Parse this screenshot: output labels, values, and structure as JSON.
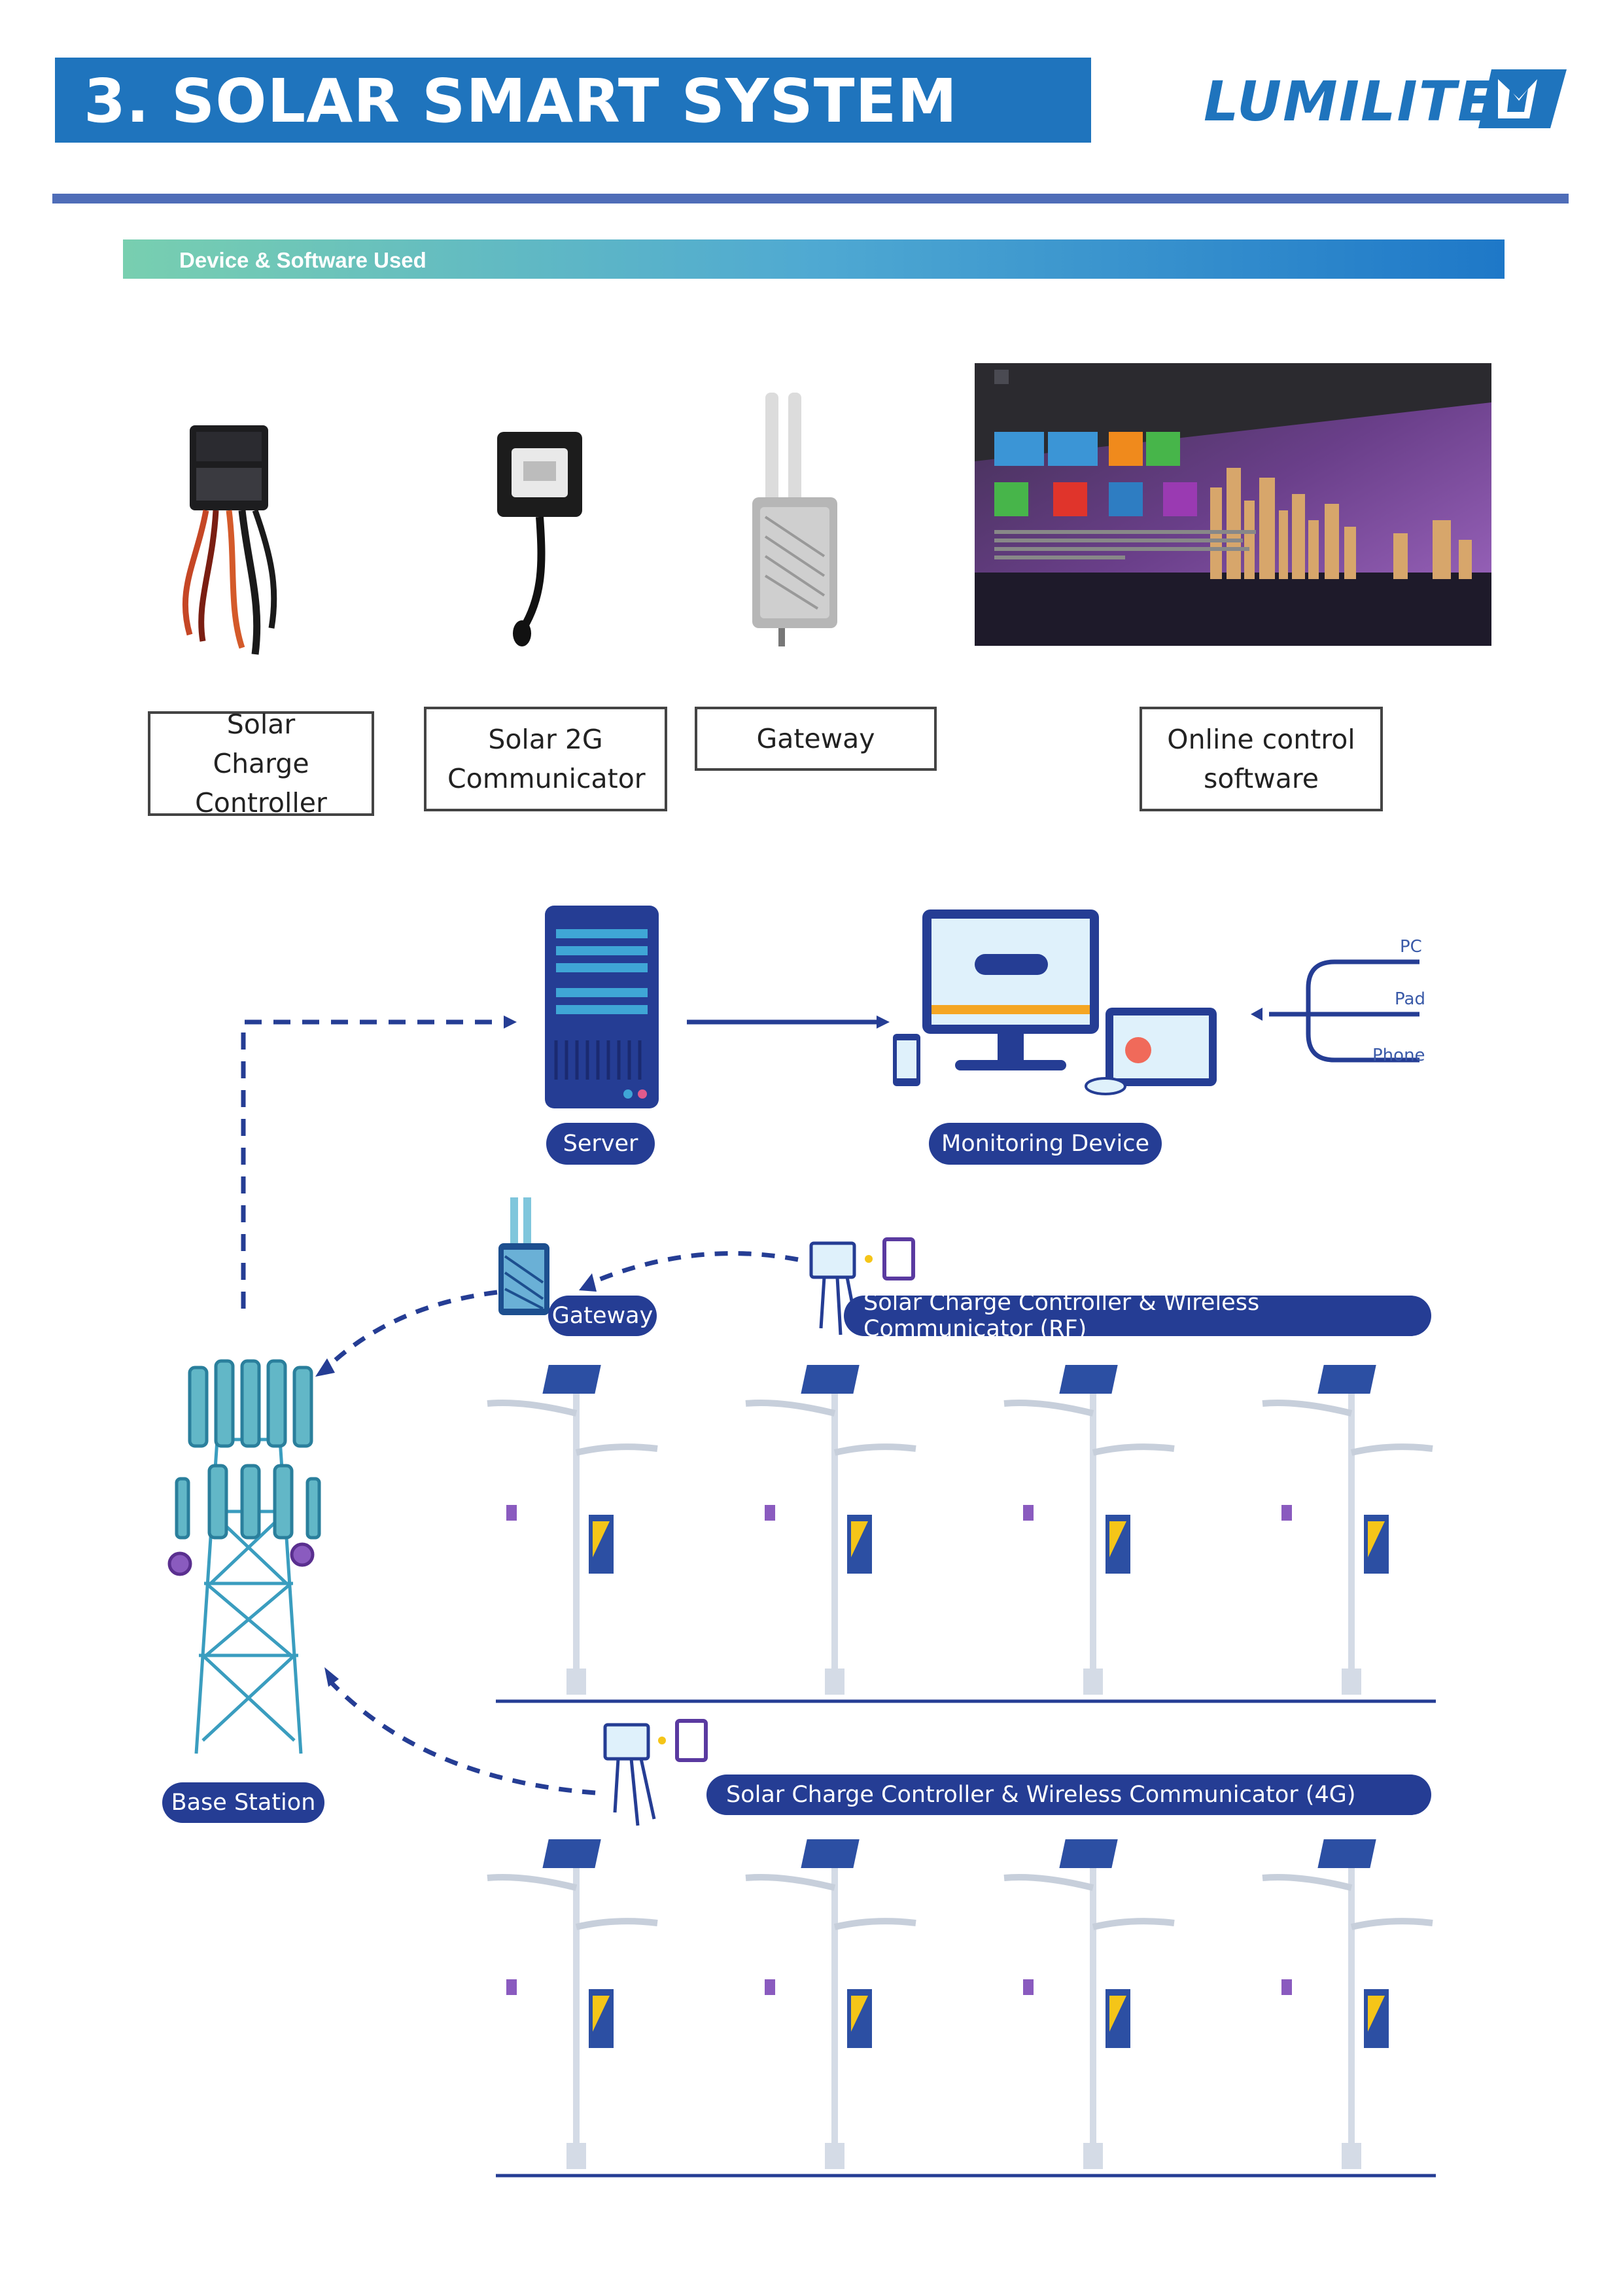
{
  "header": {
    "title": "3. SOLAR SMART SYSTEM",
    "logo_text": "LUMILITE",
    "accent": "#1f74bd"
  },
  "section": {
    "subtitle": "Device & Software Used"
  },
  "products": [
    {
      "label": "Solar Charge Controller",
      "icon": "charge-controller-photo"
    },
    {
      "label": "Solar 2G Communicator",
      "icon": "communicator-photo"
    },
    {
      "label": "Gateway",
      "icon": "gateway-photo"
    },
    {
      "label": "Online control software",
      "icon": "software-screenshot"
    }
  ],
  "diagram": {
    "server_label": "Server",
    "monitoring_label": "Monitoring Device",
    "access_devices": [
      "PC",
      "Pad",
      "Phone"
    ],
    "gateway_label": "Gateway",
    "base_station_label": "Base Station",
    "rf_group_label": "Solar Charge Controller & Wireless Communicator (RF)",
    "g4_group_label": "Solar Charge Controller & Wireless Communicator (4G)",
    "diagram_color": "#253d94"
  }
}
